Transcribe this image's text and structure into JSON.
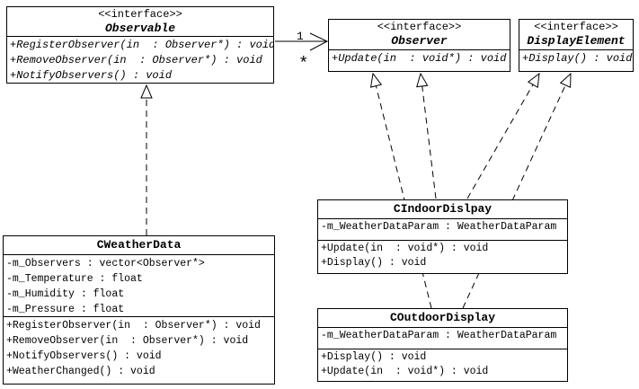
{
  "diagram_type": "uml-class-diagram",
  "colors": {
    "line": "#000000",
    "box_fill": "#ffffff",
    "text": "#000000",
    "background": "#ffffff"
  },
  "boxes": {
    "observable": {
      "stereotype": "<<interface>>",
      "name": "Observable",
      "methods": [
        "+RegisterObserver(in  : Observer*) : void",
        "+RemoveObserver(in  : Observer*) : void",
        "+NotifyObservers() : void"
      ]
    },
    "observer": {
      "stereotype": "<<interface>>",
      "name": "Observer",
      "methods": [
        "+Update(in  : void*) : void"
      ]
    },
    "display_element": {
      "stereotype": "<<interface>>",
      "name": "DisplayElement",
      "methods": [
        "+Display() : void"
      ]
    },
    "weather_data": {
      "name": "CWeatherData",
      "attributes": [
        "-m_Observers : vector<Observer*>",
        "-m_Temperature : float",
        "-m_Humidity : float",
        "-m_Pressure : float"
      ],
      "methods": [
        "+RegisterObserver(in  : Observer*) : void",
        "+RemoveObserver(in  : Observer*) : void",
        "+NotifyObservers() : void",
        "+WeatherChanged() : void"
      ]
    },
    "indoor_display": {
      "name": "CIndoorDislpay",
      "attributes": [
        "-m_WeatherDataParam : WeatherDataParam"
      ],
      "methods": [
        "+Update(in  : void*) : void",
        "+Display() : void"
      ]
    },
    "outdoor_display": {
      "name": "COutdoorDisplay",
      "attributes": [
        "-m_WeatherDataParam : WeatherDataParam"
      ],
      "methods": [
        "+Display() : void",
        "+Update(in  : void*) : void"
      ]
    }
  },
  "association": {
    "from": "Observable",
    "to": "Observer",
    "multiplicity_source": "1",
    "multiplicity_target": "*"
  },
  "relationships": [
    {
      "type": "realization",
      "from": "CWeatherData",
      "to": "Observable"
    },
    {
      "type": "realization",
      "from": "CIndoorDislpay",
      "to": "Observer"
    },
    {
      "type": "realization",
      "from": "CIndoorDislpay",
      "to": "DisplayElement"
    },
    {
      "type": "realization",
      "from": "COutdoorDisplay",
      "to": "Observer"
    },
    {
      "type": "realization",
      "from": "COutdoorDisplay",
      "to": "DisplayElement"
    }
  ]
}
